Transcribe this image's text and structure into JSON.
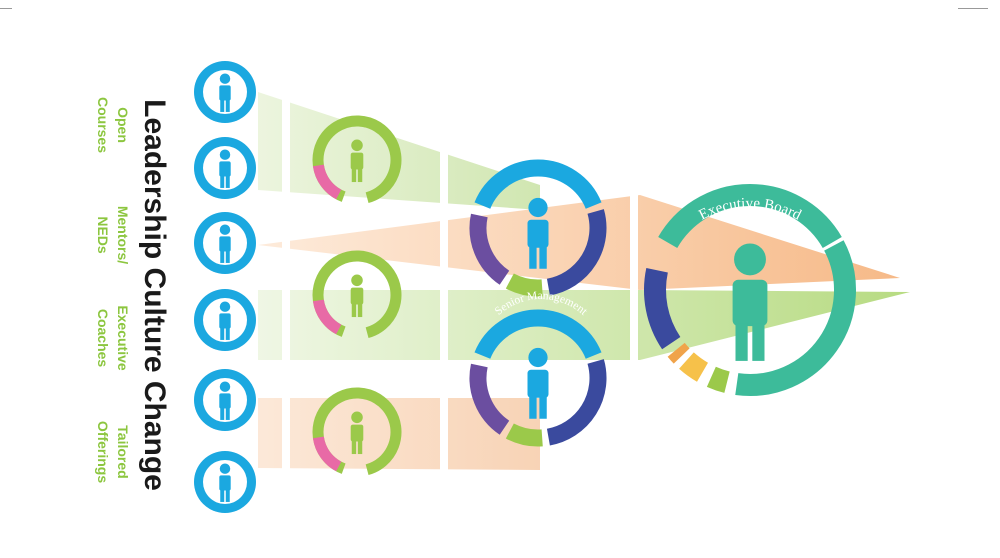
{
  "title": "Leadership Culture Change",
  "channels": [
    {
      "line1": "Open",
      "line2": "Courses"
    },
    {
      "line1": "Mentors/",
      "line2": "NEDs"
    },
    {
      "line1": "Executive",
      "line2": "Coaches"
    },
    {
      "line1": "Tailored",
      "line2": "Offerings"
    }
  ],
  "senior_label_top": "Senior Management",
  "senior_label_bottom": "Senior Management",
  "executive_label": "Executive Board",
  "colors": {
    "blue": "#1ba8e0",
    "green": "#9bc94a",
    "pink": "#e86aa6",
    "purple": "#6b4ea0",
    "navy": "#3a4a9e",
    "teal": "#3dbb9a",
    "orange": "#f0a34a",
    "yellow": "#f6c14a",
    "text_green": "#8cc63f",
    "text_dark": "#1a1a1a"
  }
}
